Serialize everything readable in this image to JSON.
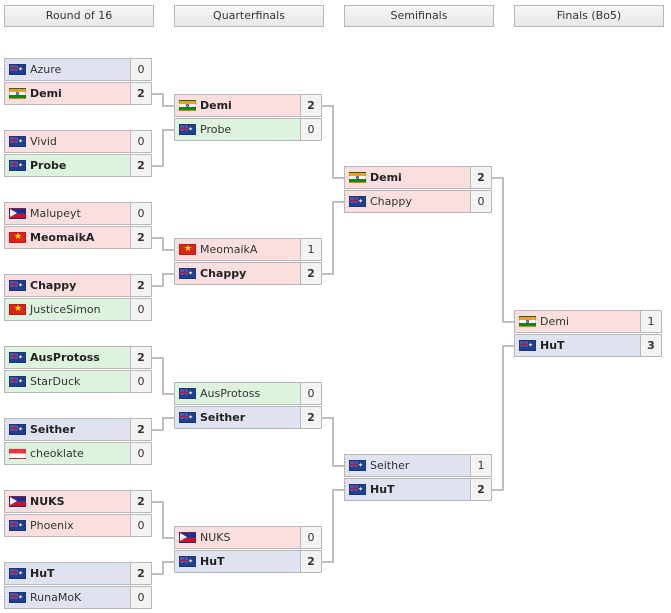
{
  "colors": {
    "blue": "#dfe3f1",
    "red": "#fbdede",
    "green": "#def3de",
    "score_bg": "#f3f3f3",
    "border": "#b8b8b8",
    "line": "#aaaaaa"
  },
  "rounds": [
    {
      "label": "Round of 16"
    },
    {
      "label": "Quarterfinals"
    },
    {
      "label": "Semifinals"
    },
    {
      "label": "Finals (Bo5)"
    }
  ],
  "matches": {
    "r16": [
      {
        "p1": {
          "name": "Azure",
          "flag": "au",
          "score": "0",
          "color": "blue"
        },
        "p2": {
          "name": "Demi",
          "flag": "in",
          "score": "2",
          "color": "red",
          "winner": true
        }
      },
      {
        "p1": {
          "name": "Vivid",
          "flag": "au",
          "score": "0",
          "color": "red"
        },
        "p2": {
          "name": "Probe",
          "flag": "au",
          "score": "2",
          "color": "green",
          "winner": true
        }
      },
      {
        "p1": {
          "name": "Malupeyt",
          "flag": "ph",
          "score": "0",
          "color": "red"
        },
        "p2": {
          "name": "MeomaikA",
          "flag": "vn",
          "score": "2",
          "color": "red",
          "winner": true
        }
      },
      {
        "p1": {
          "name": "Chappy",
          "flag": "au",
          "score": "2",
          "color": "red",
          "winner": true
        },
        "p2": {
          "name": "JusticeSimon",
          "flag": "vn",
          "score": "0",
          "color": "green"
        }
      },
      {
        "p1": {
          "name": "AusProtoss",
          "flag": "au",
          "score": "2",
          "color": "green",
          "winner": true
        },
        "p2": {
          "name": "StarDuck",
          "flag": "au",
          "score": "0",
          "color": "green"
        }
      },
      {
        "p1": {
          "name": "Seither",
          "flag": "au",
          "score": "2",
          "color": "blue",
          "winner": true
        },
        "p2": {
          "name": "cheoklate",
          "flag": "sg",
          "score": "0",
          "color": "green"
        }
      },
      {
        "p1": {
          "name": "NUKS",
          "flag": "ph",
          "score": "2",
          "color": "red",
          "winner": true
        },
        "p2": {
          "name": "Phoenix",
          "flag": "au",
          "score": "0",
          "color": "red"
        }
      },
      {
        "p1": {
          "name": "HuT",
          "flag": "au",
          "score": "2",
          "color": "blue",
          "winner": true
        },
        "p2": {
          "name": "RunaMoK",
          "flag": "au",
          "score": "0",
          "color": "blue"
        }
      }
    ],
    "qf": [
      {
        "p1": {
          "name": "Demi",
          "flag": "in",
          "score": "2",
          "color": "red",
          "winner": true
        },
        "p2": {
          "name": "Probe",
          "flag": "au",
          "score": "0",
          "color": "green"
        }
      },
      {
        "p1": {
          "name": "MeomaikA",
          "flag": "vn",
          "score": "1",
          "color": "red"
        },
        "p2": {
          "name": "Chappy",
          "flag": "au",
          "score": "2",
          "color": "red",
          "winner": true
        }
      },
      {
        "p1": {
          "name": "AusProtoss",
          "flag": "au",
          "score": "0",
          "color": "green"
        },
        "p2": {
          "name": "Seither",
          "flag": "au",
          "score": "2",
          "color": "blue",
          "winner": true
        }
      },
      {
        "p1": {
          "name": "NUKS",
          "flag": "ph",
          "score": "0",
          "color": "red"
        },
        "p2": {
          "name": "HuT",
          "flag": "au",
          "score": "2",
          "color": "blue",
          "winner": true
        }
      }
    ],
    "sf": [
      {
        "p1": {
          "name": "Demi",
          "flag": "in",
          "score": "2",
          "color": "red",
          "winner": true
        },
        "p2": {
          "name": "Chappy",
          "flag": "au",
          "score": "0",
          "color": "red"
        }
      },
      {
        "p1": {
          "name": "Seither",
          "flag": "au",
          "score": "1",
          "color": "blue"
        },
        "p2": {
          "name": "HuT",
          "flag": "au",
          "score": "2",
          "color": "blue",
          "winner": true
        }
      }
    ],
    "final": [
      {
        "p1": {
          "name": "Demi",
          "flag": "in",
          "score": "1",
          "color": "red"
        },
        "p2": {
          "name": "HuT",
          "flag": "au",
          "score": "3",
          "color": "blue",
          "winner": true
        }
      }
    ]
  }
}
